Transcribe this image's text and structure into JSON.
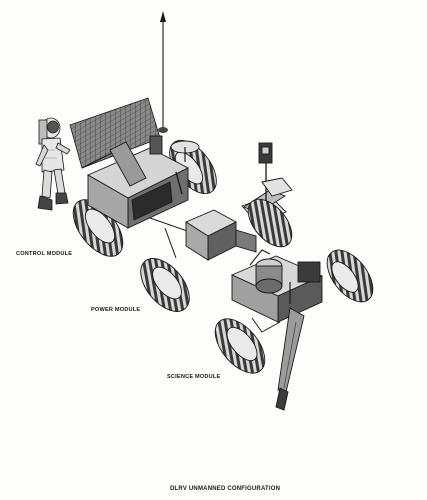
{
  "figure": {
    "caption": "DLRV UNMANNED CONFIGURATION",
    "labels": {
      "control_module": "CONTROL MODULE",
      "power_module": "POWER MODULE",
      "science_module": "SCIENCE MODULE"
    },
    "colors": {
      "background": "#fdfdfc",
      "ink": "#1a1a1a",
      "mid_tone": "#6a6a6a",
      "light_tone": "#c8c8c8"
    }
  }
}
